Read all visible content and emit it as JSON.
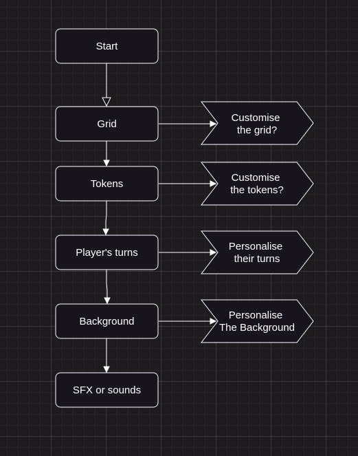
{
  "diagram": {
    "steps": {
      "start": "Start",
      "grid": "Grid",
      "tokens": "Tokens",
      "players_turns": "Player's turns",
      "background": "Background",
      "sfx": "SFX or sounds"
    },
    "options": {
      "customise_grid": [
        "Customise",
        "the grid?"
      ],
      "customise_tokens": [
        "Customise",
        "the tokens?"
      ],
      "personalise_turns": [
        "Personalise",
        "their turns"
      ],
      "personalise_background": [
        "Personalise",
        "The Background"
      ]
    }
  },
  "colors": {
    "canvas": "#1e1b1f",
    "node_fill": "#18141d",
    "stroke": "#ffffff",
    "text": "#ffffff"
  }
}
